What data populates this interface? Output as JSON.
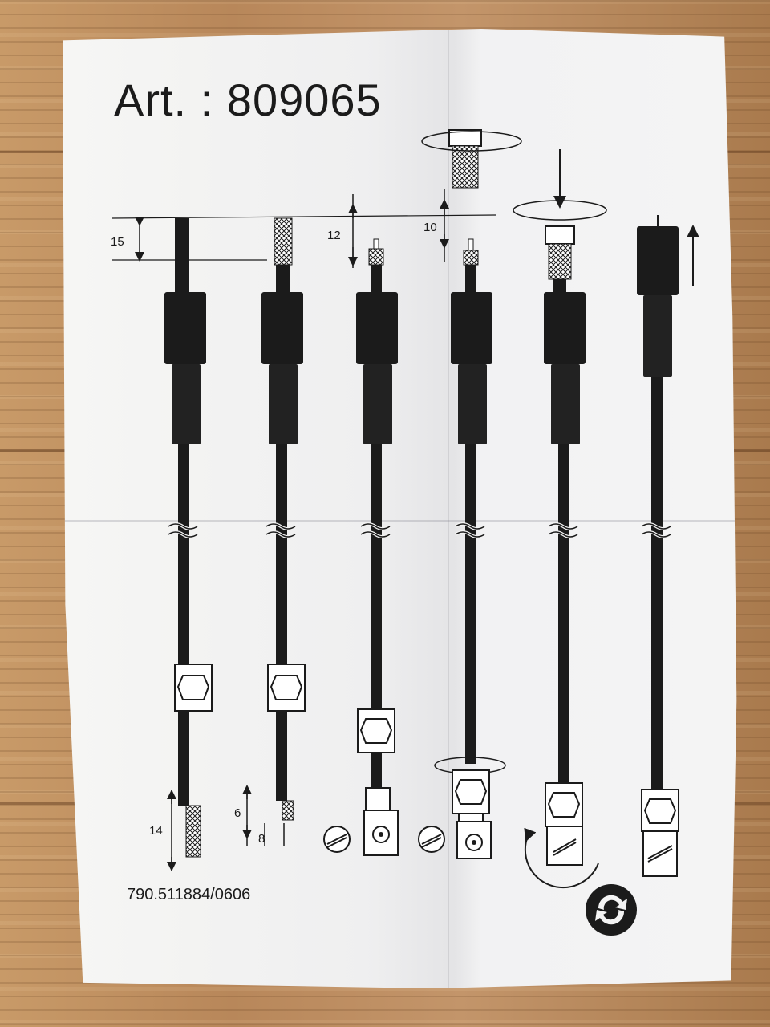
{
  "article_title": "Art. : 809065",
  "document_code": "790.511884/0606",
  "dimensions": {
    "strip_outer": "15",
    "strip_inner": "12",
    "pin_length": "10",
    "end_braid": "14",
    "end_inner": "6",
    "end_pin": "8"
  },
  "colors": {
    "paper": "#f3f3f3",
    "ink": "#1b1b1b",
    "wood": "#b98a58"
  },
  "icons": [
    "recycle-icon",
    "screwdriver-slot-icon",
    "rotate-arrow-icon"
  ]
}
